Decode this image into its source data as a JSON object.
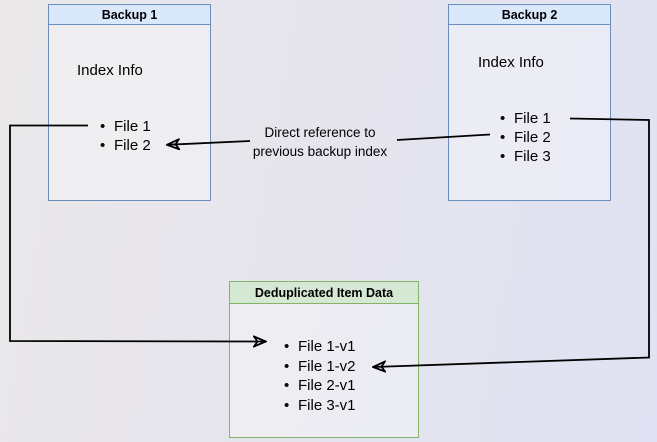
{
  "background": {
    "gradient_left": "#eae8e9",
    "gradient_right": "#e0e2f3"
  },
  "boxes": {
    "backup1": {
      "title": "Backup 1",
      "section_label": "Index Info",
      "items": [
        "File 1",
        "File 2"
      ],
      "border_color": "#6c8ebf",
      "header_fill": "#dae8fc"
    },
    "backup2": {
      "title": "Backup 2",
      "section_label": "Index Info",
      "items": [
        "File 1",
        "File 2",
        "File 3"
      ],
      "border_color": "#6c8ebf",
      "header_fill": "#dae8fc"
    },
    "dedup": {
      "title": "Deduplicated Item Data",
      "items": [
        "File 1-v1",
        "File 1-v2",
        "File 2-v1",
        "File 3-v1"
      ],
      "border_color": "#82b366",
      "header_fill": "#d5e8d4"
    }
  },
  "annotation": {
    "line1": "Direct reference to",
    "line2": "previous backup index"
  },
  "arrows": {
    "color": "#000000",
    "connections": [
      "backup1 File 1 -> dedup File 1-v1",
      "backup2 File 2 -> backup1 File 2 (direct reference to previous backup index)",
      "backup2 File 1 -> dedup File 1-v2"
    ]
  }
}
